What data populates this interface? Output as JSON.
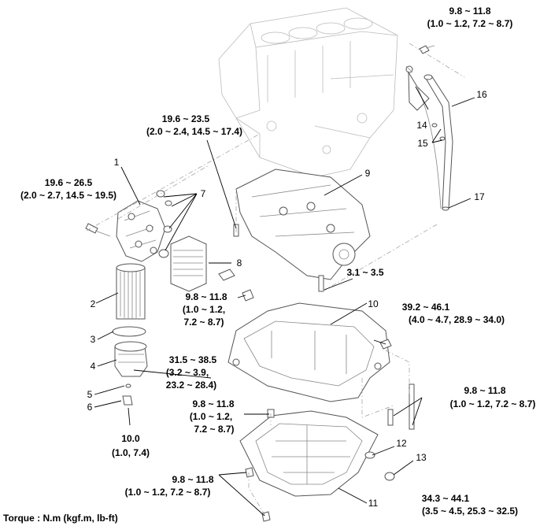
{
  "callouts": [
    {
      "id": "1",
      "text": "1"
    },
    {
      "id": "2",
      "text": "2"
    },
    {
      "id": "3",
      "text": "3"
    },
    {
      "id": "4",
      "text": "4"
    },
    {
      "id": "5",
      "text": "5"
    },
    {
      "id": "6",
      "text": "6"
    },
    {
      "id": "7",
      "text": "7"
    },
    {
      "id": "8",
      "text": "8"
    },
    {
      "id": "9",
      "text": "9"
    },
    {
      "id": "10",
      "text": "10"
    },
    {
      "id": "11",
      "text": "11"
    },
    {
      "id": "12",
      "text": "12"
    },
    {
      "id": "13",
      "text": "13"
    },
    {
      "id": "14",
      "text": "14"
    },
    {
      "id": "15",
      "text": "15"
    },
    {
      "id": "16",
      "text": "16"
    },
    {
      "id": "17",
      "text": "17"
    }
  ],
  "torque_specs": [
    {
      "id": "t_dipstick_top",
      "lines": [
        "9.8 ~ 11.8",
        "(1.0 ~ 1.2, 7.2 ~ 8.7)"
      ]
    },
    {
      "id": "t_block_bolt",
      "lines": [
        "19.6 ~ 23.5",
        "(2.0 ~ 2.4, 14.5 ~ 17.4)"
      ]
    },
    {
      "id": "t_filter_housing",
      "lines": [
        "19.6 ~ 26.5",
        "(2.0 ~ 2.7, 14.5 ~ 19.5)"
      ]
    },
    {
      "id": "t_balance_shaft",
      "lines": [
        "3.1 ~ 3.5"
      ]
    },
    {
      "id": "t_cooler",
      "lines": [
        "9.8 ~ 11.8",
        "(1.0 ~ 1.2,",
        "7.2 ~ 8.7)"
      ]
    },
    {
      "id": "t_upper_pan_side",
      "lines": [
        "39.2 ~ 46.1",
        "(4.0 ~ 4.7, 28.9 ~ 34.0)"
      ]
    },
    {
      "id": "t_filter_cap",
      "lines": [
        "31.5 ~ 38.5",
        "(3.2 ~ 3.9,",
        "23.2 ~ 28.4)"
      ]
    },
    {
      "id": "t_pan_right",
      "lines": [
        "9.8 ~ 11.8",
        "(1.0 ~ 1.2, 7.2 ~ 8.7)"
      ]
    },
    {
      "id": "t_pan_mid",
      "lines": [
        "9.8 ~ 11.8",
        "(1.0 ~ 1.2,",
        "7.2 ~ 8.7)"
      ]
    },
    {
      "id": "t_drain_plug_filter",
      "lines": [
        "10.0",
        "(1.0, 7.4)"
      ]
    },
    {
      "id": "t_lower_pan",
      "lines": [
        "9.8 ~ 11.8",
        "(1.0 ~ 1.2, 7.2 ~ 8.7)"
      ]
    },
    {
      "id": "t_drain_plug",
      "lines": [
        "34.3 ~ 44.1",
        "(3.5 ~ 4.5, 25.3 ~ 32.5)"
      ]
    }
  ],
  "footer": {
    "torque_unit_note": "Torque : N.m (kgf.m, lb-ft)"
  }
}
